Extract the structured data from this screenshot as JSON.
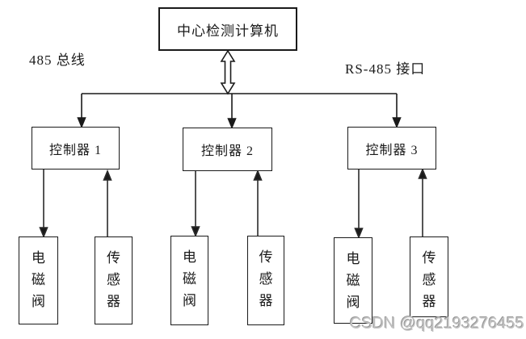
{
  "diagram": {
    "computer_label": "中心检测计算机",
    "bus_label": "485 总线",
    "interface_label": "RS-485 接口",
    "groups": [
      {
        "controller": "控制器 1",
        "valve": "电\n磁\n阀",
        "sensor": "传\n感\n器"
      },
      {
        "controller": "控制器 2",
        "valve": "电\n磁\n阀",
        "sensor": "传\n感\n器"
      },
      {
        "controller": "控制器 3",
        "valve": "电\n磁\n阀",
        "sensor": "传\n感\n器"
      }
    ],
    "watermark": "CSDN @qq2193276455",
    "colors": {
      "line": "#1a1a1a",
      "background": "#ffffff",
      "watermark": "#c2c2c2"
    }
  }
}
